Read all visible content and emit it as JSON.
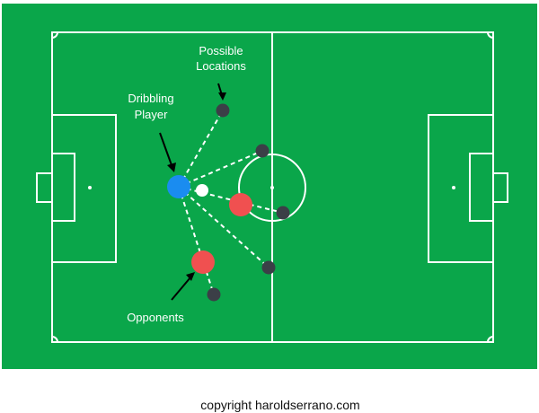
{
  "colors": {
    "pitch": "#0aa64a",
    "lines": "#ffffff",
    "dribbler": "#1a8cf0",
    "opponent": "#f05050",
    "location": "#3b3f47",
    "ball": "#ffffff"
  },
  "labels": {
    "possible_locations_line1": "Possible",
    "possible_locations_line2": "Locations",
    "dribbling_player_line1": "Dribbling",
    "dribbling_player_line2": "Player",
    "opponents": "Opponents"
  },
  "footer": {
    "copyright": "copyright haroldserrano.com"
  }
}
